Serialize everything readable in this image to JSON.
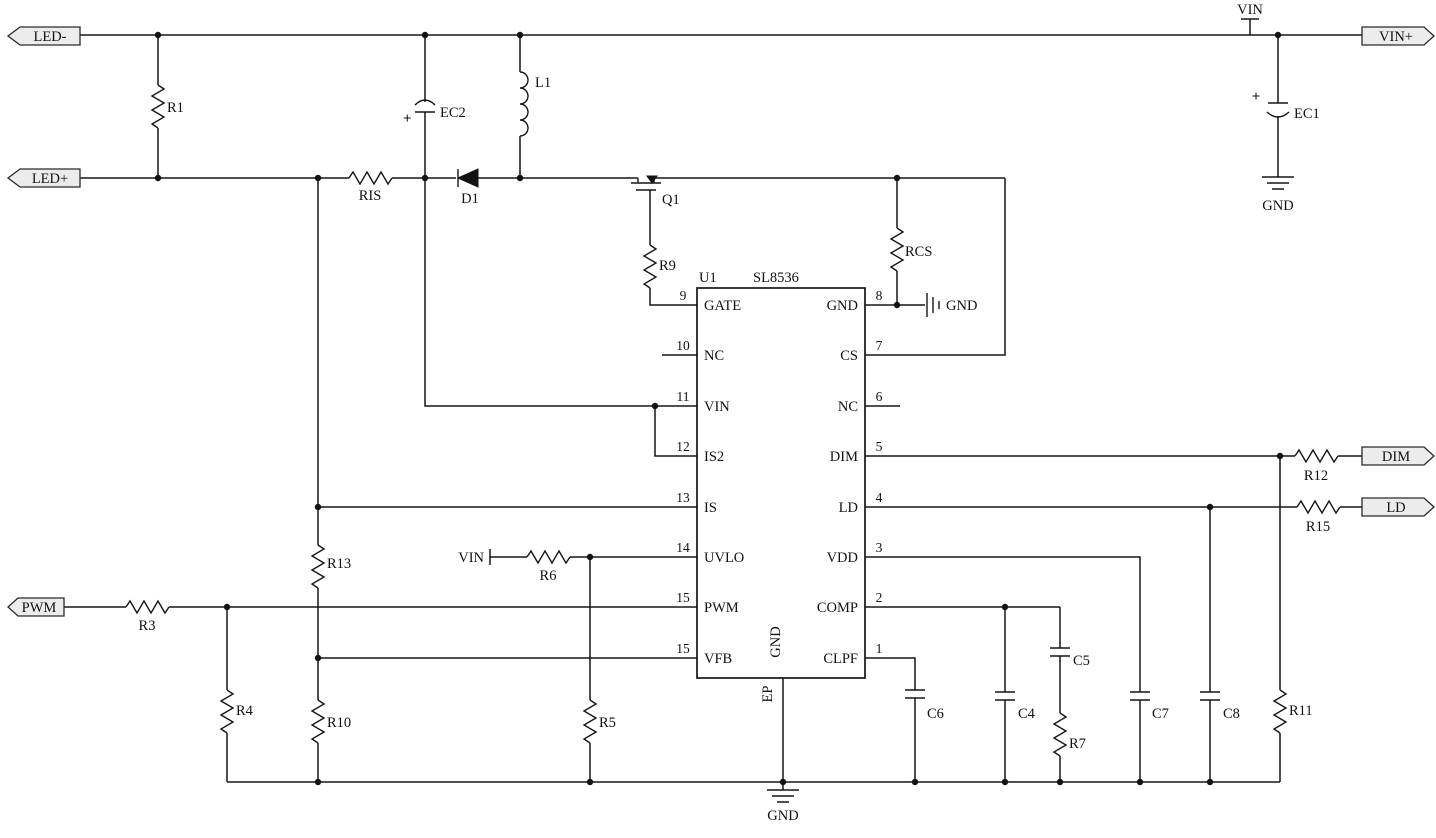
{
  "schematic": {
    "connectors": {
      "led_minus": "LED-",
      "led_plus": "LED+",
      "pwm": "PWM",
      "vin_plus": "VIN+",
      "dim": "DIM",
      "ld": "LD"
    },
    "power": {
      "vin_top": "VIN",
      "vin_uvlo": "VIN",
      "gnd_ec1": "GND",
      "gnd_pin8": "GND",
      "gnd_bottom": "GND"
    },
    "ic": {
      "ref": "U1",
      "part": "SL8536",
      "pad": "EP",
      "pad_net": "GND",
      "left_pins": [
        {
          "num": "9",
          "name": "GATE"
        },
        {
          "num": "10",
          "name": "NC"
        },
        {
          "num": "11",
          "name": "VIN"
        },
        {
          "num": "12",
          "name": "IS2"
        },
        {
          "num": "13",
          "name": "IS"
        },
        {
          "num": "14",
          "name": "UVLO"
        },
        {
          "num": "15",
          "name": "PWM"
        },
        {
          "num": "15",
          "name": "VFB"
        }
      ],
      "right_pins": [
        {
          "num": "8",
          "name": "GND"
        },
        {
          "num": "7",
          "name": "CS"
        },
        {
          "num": "6",
          "name": "NC"
        },
        {
          "num": "5",
          "name": "DIM"
        },
        {
          "num": "4",
          "name": "LD"
        },
        {
          "num": "3",
          "name": "VDD"
        },
        {
          "num": "2",
          "name": "COMP"
        },
        {
          "num": "1",
          "name": "CLPF"
        }
      ]
    },
    "components": {
      "r1": "R1",
      "ec2": "EC2",
      "ec2_plus": "+",
      "l1": "L1",
      "ris": "RIS",
      "d1": "D1",
      "q1": "Q1",
      "r9": "R9",
      "rcs": "RCS",
      "ec1": "EC1",
      "ec1_plus": "+",
      "r13": "R13",
      "r10": "R10",
      "r6": "R6",
      "r5": "R5",
      "r3": "R3",
      "r4": "R4",
      "r12": "R12",
      "r15": "R15",
      "r11": "R11",
      "r7": "R7",
      "c4": "C4",
      "c5": "C5",
      "c6": "C6",
      "c7": "C7",
      "c8": "C8"
    }
  }
}
